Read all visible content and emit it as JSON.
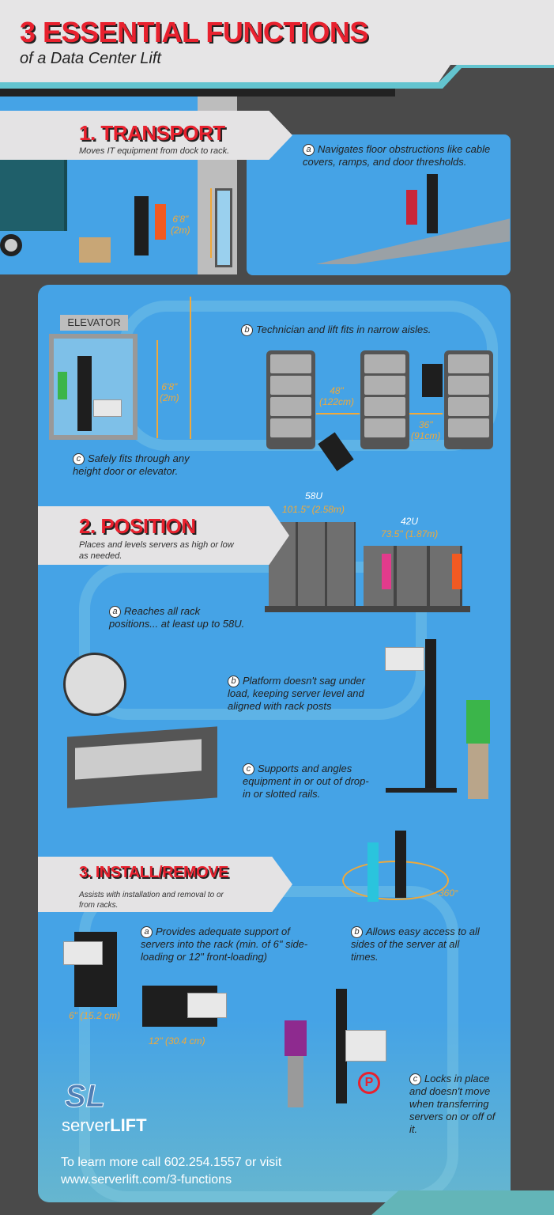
{
  "header": {
    "title": "3 ESSENTIAL FUNCTIONS",
    "subtitle": "of a Data Center Lift"
  },
  "sections": [
    {
      "title": "1. TRANSPORT",
      "subtitle": "Moves IT equipment from dock to rack.",
      "points": [
        {
          "letter": "a",
          "text": "Navigates floor obstructions like cable covers, ramps, and door thresholds."
        },
        {
          "letter": "b",
          "text": "Technician and lift fits in narrow aisles."
        },
        {
          "letter": "c",
          "text": "Safely fits through any height door or elevator."
        }
      ]
    },
    {
      "title": "2. POSITION",
      "subtitle": "Places and levels servers as high or low as needed.",
      "points": [
        {
          "letter": "a",
          "text": "Reaches all rack positions... at least up to 58U."
        },
        {
          "letter": "b",
          "text": "Platform doesn't sag under load, keeping server level and aligned with rack posts"
        },
        {
          "letter": "c",
          "text": "Supports and angles equipment in or out of drop-in or slotted rails."
        }
      ]
    },
    {
      "title": "3. INSTALL/REMOVE",
      "subtitle": "Assists with installation and removal to or from racks.",
      "points": [
        {
          "letter": "a",
          "text": "Provides adequate support of servers into the rack (min. of 6\" side-loading or 12\" front-loading)"
        },
        {
          "letter": "b",
          "text": "Allows easy access to all sides of the server at all times."
        },
        {
          "letter": "c",
          "text": "Locks in place and doesn't move when transferring servers on or off of it."
        }
      ]
    }
  ],
  "labels": {
    "door_height": "6'8\"",
    "door_height_m": "(2m)",
    "elevator": "ELEVATOR",
    "elevator_height": "6'8\"",
    "elevator_height_m": "(2m)",
    "aisle_wide": "48\"",
    "aisle_wide_cm": "(122cm)",
    "aisle_narrow": "36\"",
    "aisle_narrow_cm": "(91cm)",
    "rack_tall": "58U",
    "rack_tall_height": "101.5\" (2.58m)",
    "rack_short": "42U",
    "rack_short_height": "73.5\" (1.87m)",
    "rotation": "360°",
    "side_load": "6\" (15.2 cm)",
    "front_load": "12\" (30.4 cm)",
    "brake": "P"
  },
  "footer": {
    "logo_mark": "SL",
    "logo_text_light": "server",
    "logo_text_bold": "LIFT",
    "cta_line1": "To learn more call 602.254.1557 or visit",
    "cta_line2": "www.serverlift.com/3-functions"
  },
  "colors": {
    "accent_red": "#e8212e",
    "panel_blue": "#45a3e6",
    "dimension_orange": "#f0a93a",
    "teal": "#63c4cf",
    "dark_bg": "#4a4a4a"
  }
}
